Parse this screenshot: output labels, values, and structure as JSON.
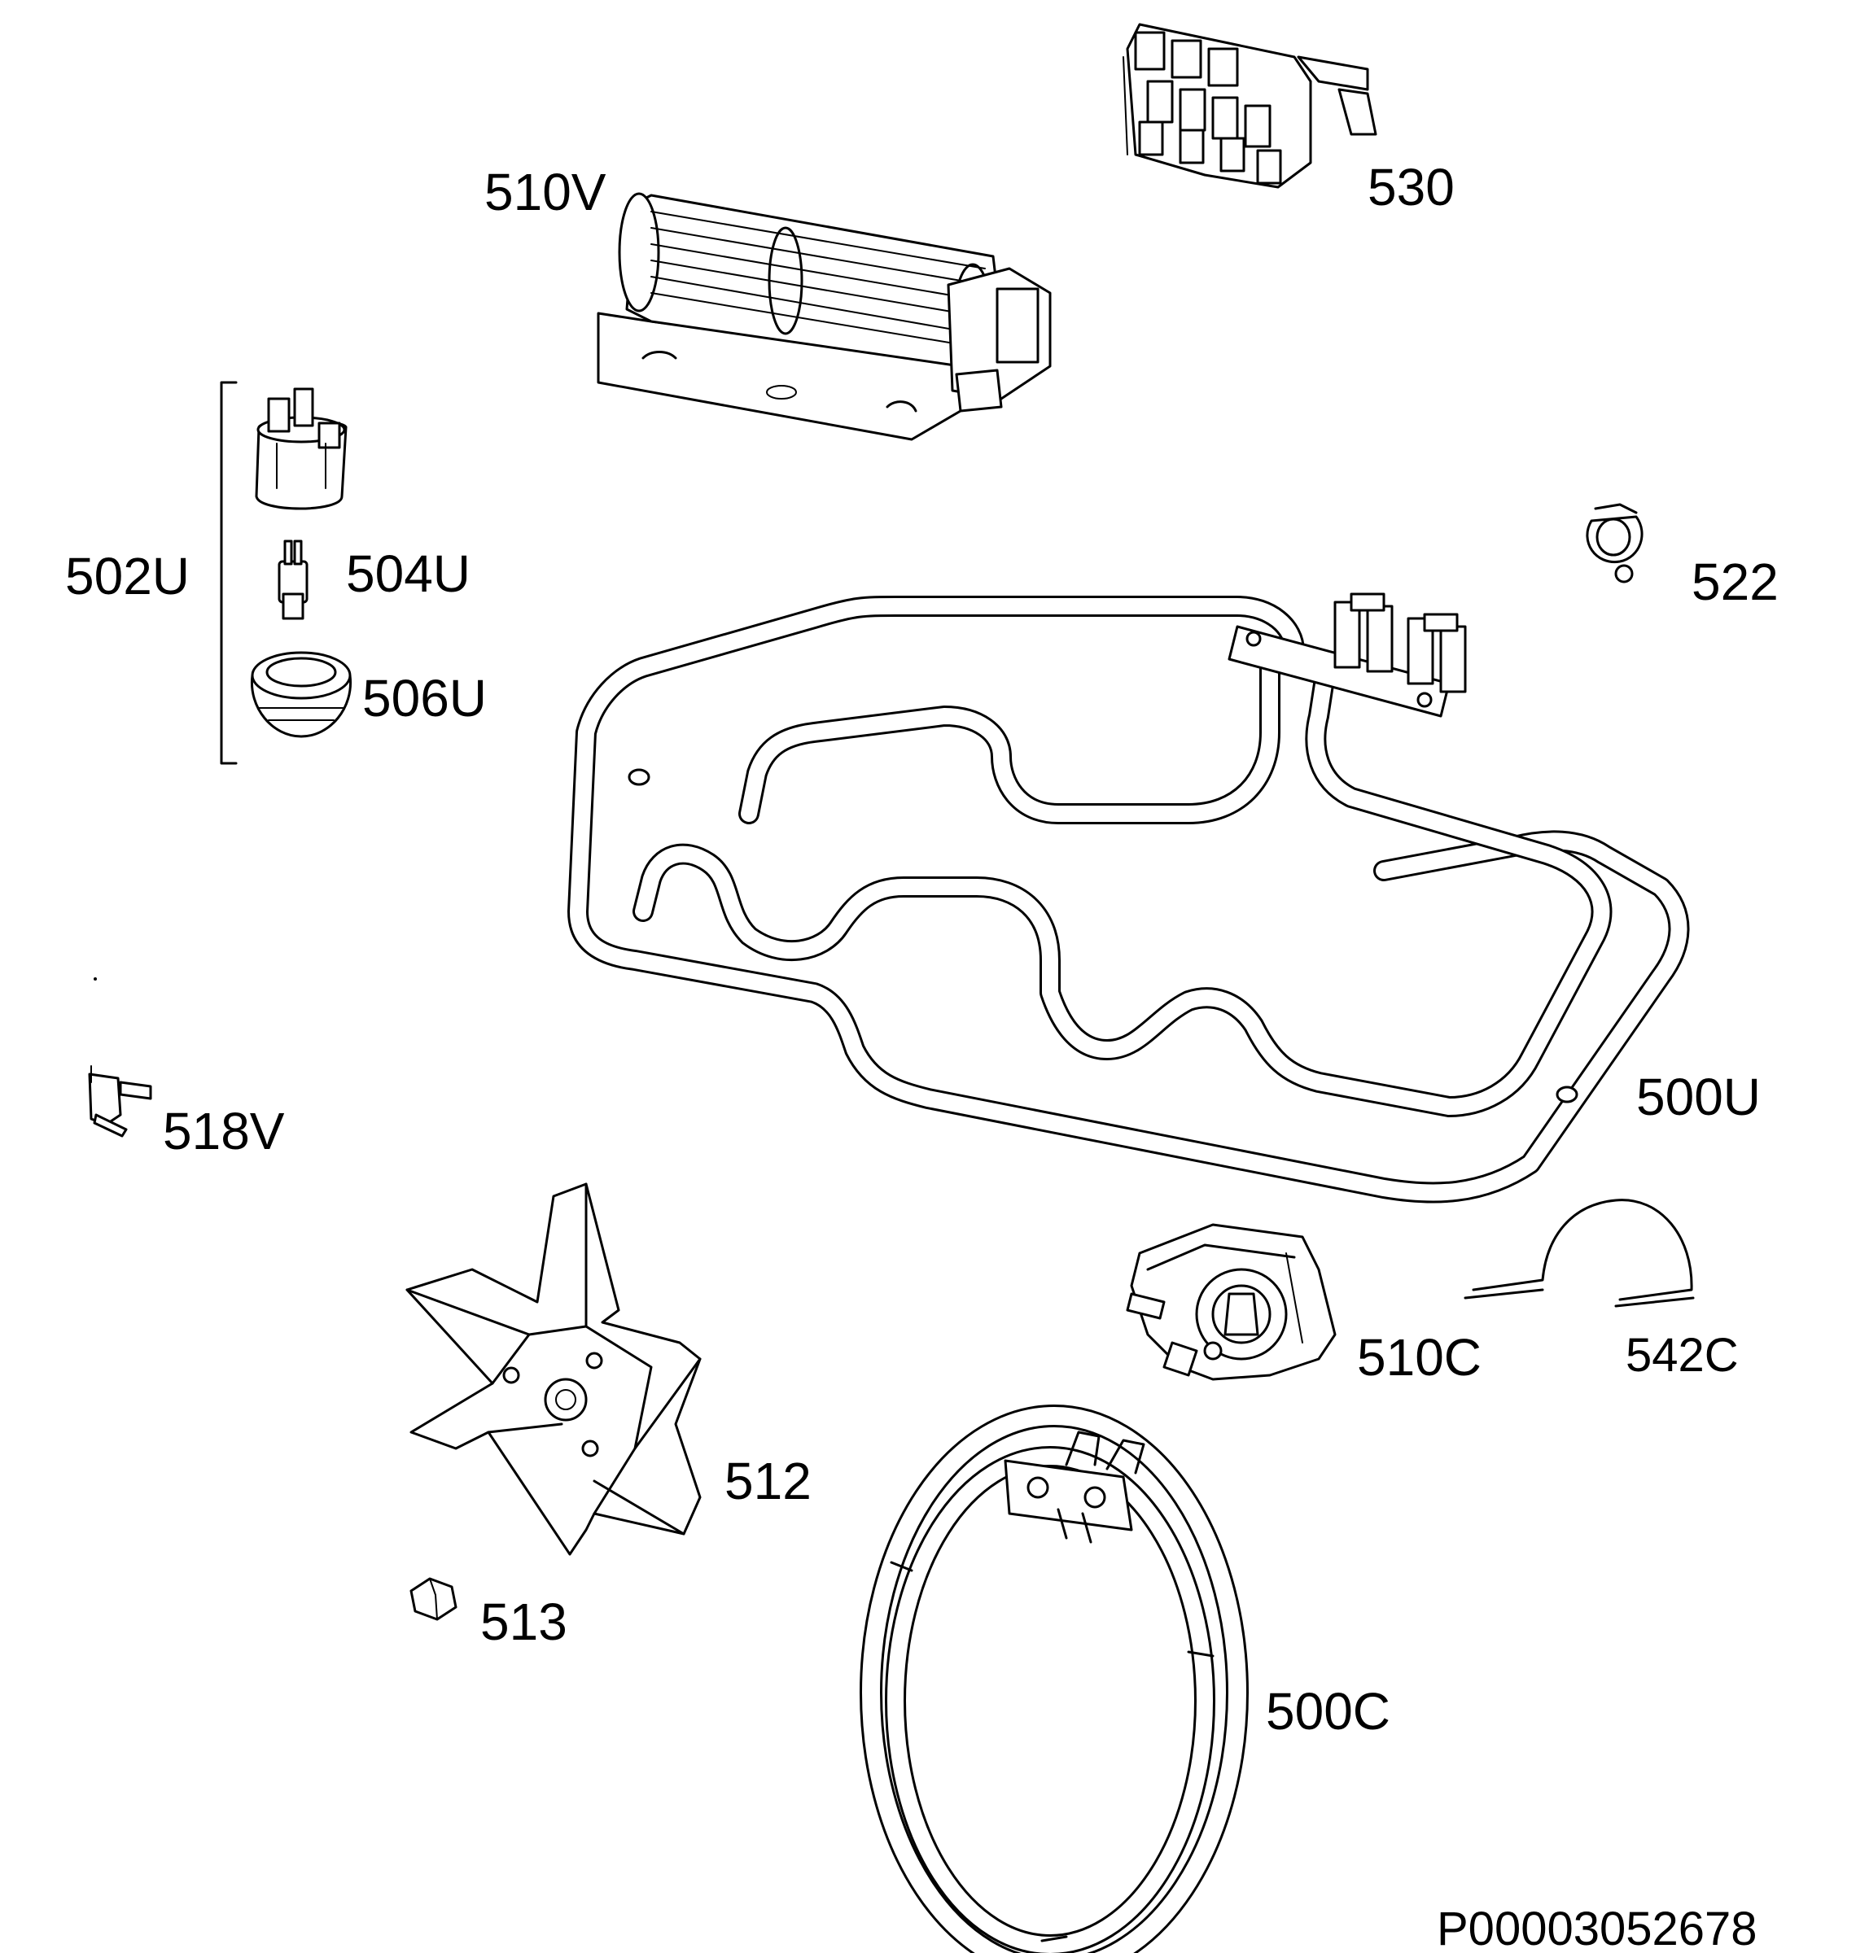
{
  "labels": {
    "p510v": "510V",
    "p530": "530",
    "p502u": "502U",
    "p504u": "504U",
    "p506u": "506U",
    "p522": "522",
    "p500u": "500U",
    "p518v": "518V",
    "p510c": "510C",
    "p542c": "542C",
    "p512": "512",
    "p513": "513",
    "p500c": "500C"
  },
  "reference_number": "P00003052678"
}
